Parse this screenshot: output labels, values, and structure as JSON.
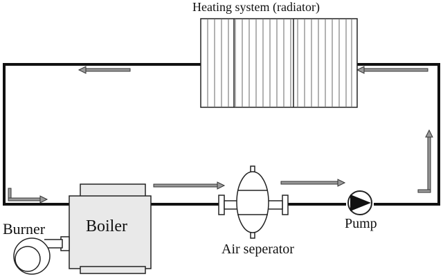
{
  "title": "Heating system (radiator)",
  "components": {
    "burner": "Burner",
    "boiler": "Boiler",
    "air_separator": "Air seperator",
    "pump": "Pump"
  },
  "colors": {
    "line": "#111111",
    "arrow_fill": "#9a9a9a",
    "boiler_fill": "#e9e9e9"
  }
}
